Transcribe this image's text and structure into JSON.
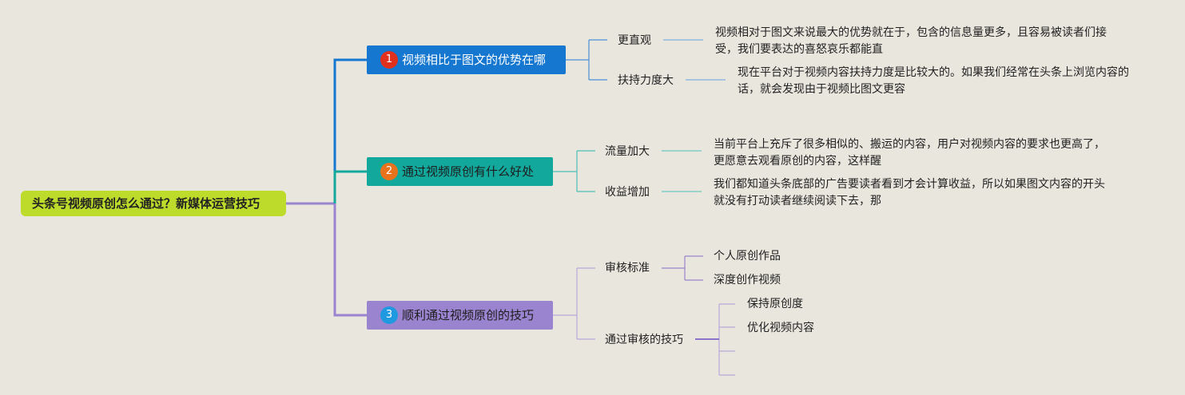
{
  "root": {
    "title": "头条号视频原创怎么通过？新媒体运营技巧"
  },
  "branches": [
    {
      "num": "1",
      "label": "视频相比于图文的优势在哪",
      "children": [
        {
          "label": "更直观",
          "line1": "视频相对于图文来说最大的优势就在于，包含的信息量更多，且容易被读者们接",
          "line2": "受，我们要表达的喜怒哀乐都能直"
        },
        {
          "label": "扶持力度大",
          "line1": "现在平台对于视频内容扶持力度是比较大的。如果我们经常在头条上浏览内容的",
          "line2": "话，就会发现由于视频比图文更容"
        }
      ]
    },
    {
      "num": "2",
      "label": "通过视频原创有什么好处",
      "children": [
        {
          "label": "流量加大",
          "line1": "当前平台上充斥了很多相似的、搬运的内容，用户对视频内容的要求也更高了，",
          "line2": "更愿意去观看原创的内容，这样醒"
        },
        {
          "label": "收益增加",
          "line1": "我们都知道头条底部的广告要读者看到才会计算收益，所以如果图文内容的开头",
          "line2": "就没有打动读者继续阅读下去，那"
        }
      ]
    },
    {
      "num": "3",
      "label": "顺利通过视频原创的技巧",
      "children": [
        {
          "label": "审核标准",
          "items": [
            "个人原创作品",
            "深度创作视频"
          ]
        },
        {
          "label": "通过审核的技巧",
          "items": [
            "保持原创度",
            "优化视频内容",
            "",
            ""
          ]
        }
      ]
    }
  ],
  "colors": {
    "background": "#e9e6de",
    "root": "#bddb2a",
    "branch1": "#1577cf",
    "branch2": "#12a89c",
    "branch3": "#9a83cf",
    "connector_root": "#9a83cf",
    "sub_line1": "#7fb0e0",
    "sub_line2": "#6cc9c1",
    "sub_line3": "#b9a8dc"
  }
}
